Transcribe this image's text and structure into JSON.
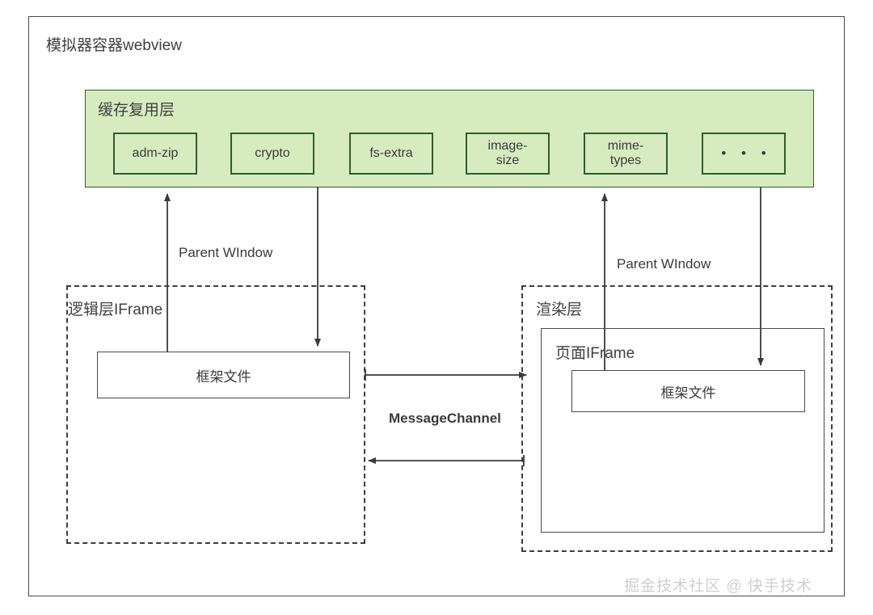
{
  "diagram": {
    "type": "architecture-block-diagram",
    "outer_container": {
      "label": "模拟器容器webview"
    },
    "cache_layer": {
      "label": "缓存复用层",
      "fill_color": "#d6ecbf",
      "border_color": "#2f5d2a",
      "modules": [
        {
          "id": "adm-zip",
          "label": "adm-zip"
        },
        {
          "id": "crypto",
          "label": "crypto"
        },
        {
          "id": "fs-extra",
          "label": "fs-extra"
        },
        {
          "id": "image-size",
          "label": "image-\nsize"
        },
        {
          "id": "mime-types",
          "label": "mime-\ntypes"
        },
        {
          "id": "ellipsis",
          "label": "• • •"
        }
      ]
    },
    "logic_layer": {
      "label": "逻辑层IFrame",
      "inner_box_label": "框架文件"
    },
    "render_layer": {
      "label": "渲染层",
      "page_iframe_label": "页面IFrame",
      "inner_box_label": "框架文件"
    },
    "edges": [
      {
        "id": "parent-window-left",
        "label": "Parent WIndow"
      },
      {
        "id": "parent-window-right",
        "label": "Parent WIndow"
      },
      {
        "id": "message-channel",
        "label": "MessageChannel"
      }
    ],
    "watermark": "掘金技术社区 @ 快手技术"
  }
}
